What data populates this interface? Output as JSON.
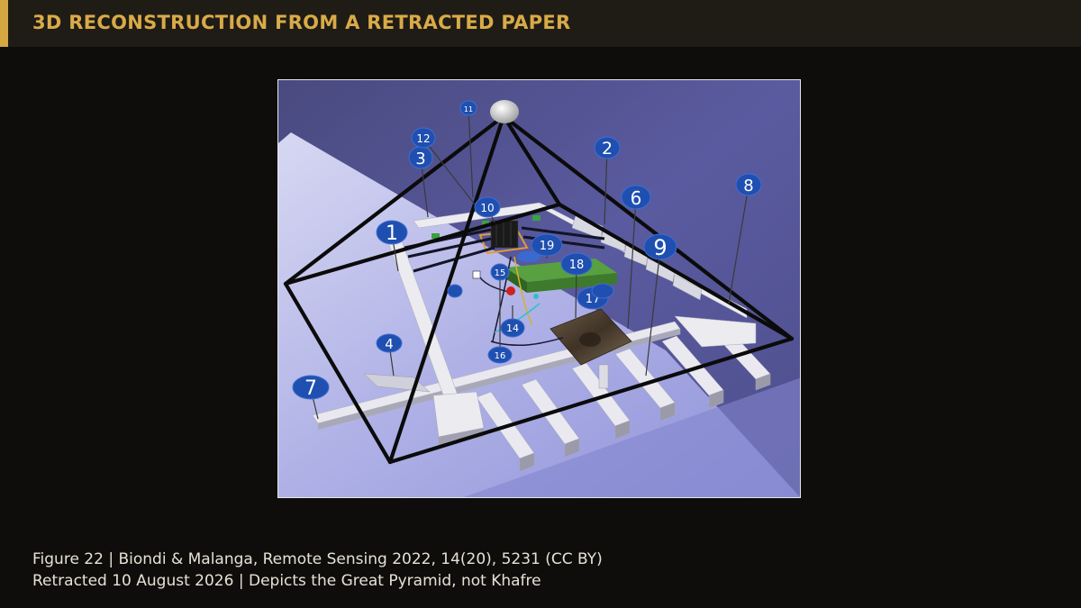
{
  "header": {
    "title": "3D RECONSTRUCTION FROM A RETRACTED PAPER",
    "accent_color": "#d4a743"
  },
  "figure": {
    "callouts": [
      "1",
      "2",
      "3",
      "4",
      "7",
      "8",
      "9",
      "10",
      "11",
      "12",
      "14",
      "15",
      "16",
      "17",
      "18",
      "19",
      "6"
    ]
  },
  "caption": {
    "line1": "Figure 22 | Biondi & Malanga, Remote Sensing 2022, 14(20), 5231 (CC BY)",
    "line2": "Retracted 10 August 2026 | Depicts the Great Pyramid, not Khafre"
  }
}
